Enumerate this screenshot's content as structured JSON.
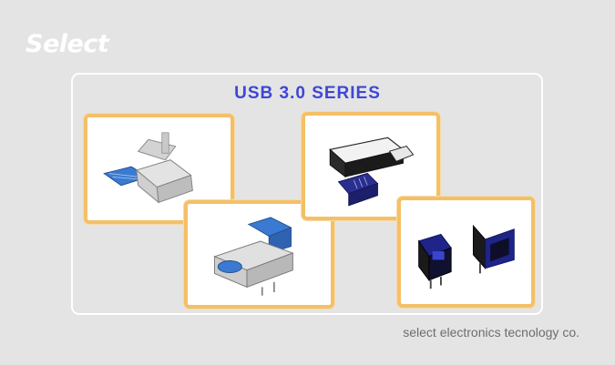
{
  "brand": {
    "logo_text": "Select"
  },
  "section": {
    "title": "USB 3.0 SERIES"
  },
  "products": [
    {
      "icon": "usb3-plug-connector-icon"
    },
    {
      "icon": "usb3-receptacle-icon"
    },
    {
      "icon": "usb3-panel-connector-icon"
    },
    {
      "icon": "usb3-type-b-connector-icon"
    }
  ],
  "colors": {
    "accent": "#3f46d6",
    "card_border": "#f4c067",
    "background": "#e4e4e4",
    "usb_blue": "#3a7ad2"
  },
  "footer": {
    "company": "select electronics tecnology co."
  }
}
